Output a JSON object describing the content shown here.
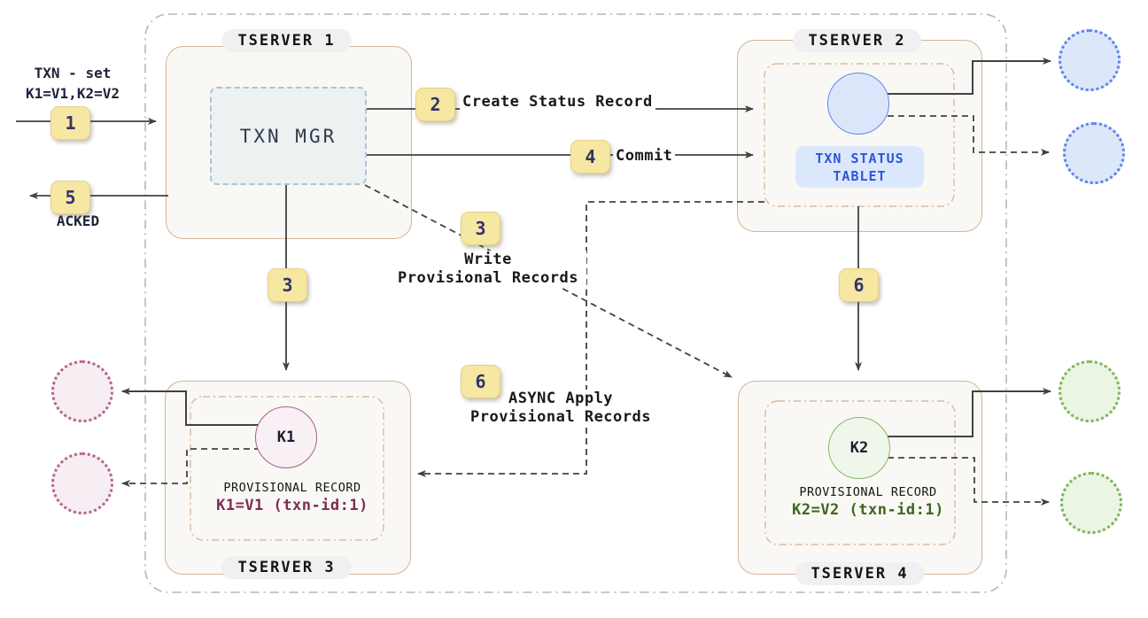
{
  "diagram": {
    "external": {
      "request_line1": "TXN - set",
      "request_line2": "K1=V1,K2=V2",
      "ack_label": "ACKED"
    },
    "badges": {
      "step1": "1",
      "step2": "2",
      "step3_down": "3",
      "step3_diag": "3",
      "step4": "4",
      "step5": "5",
      "step6_down": "6",
      "step6_async": "6"
    },
    "edges": {
      "create_status_record": "Create Status Record",
      "commit": "Commit",
      "write_provisional_line1": "Write",
      "write_provisional_line2": "Provisional Records",
      "async_apply_line1": "ASYNC Apply",
      "async_apply_line2": "Provisional Records"
    },
    "tserver1": {
      "title": "TSERVER 1",
      "txn_mgr_label": "TXN MGR"
    },
    "tserver2": {
      "title": "TSERVER 2",
      "tablet_line1": "TXN STATUS",
      "tablet_line2": "TABLET"
    },
    "tserver3": {
      "title": "TSERVER 3",
      "key_label": "K1",
      "record_title": "PROVISIONAL RECORD",
      "record_value": "K1=V1 (txn-id:1)"
    },
    "tserver4": {
      "title": "TSERVER 4",
      "key_label": "K2",
      "record_title": "PROVISIONAL RECORD",
      "record_value": "K2=V2 (txn-id:1)"
    },
    "colors": {
      "badge_fill": "#f6e7a2",
      "box_border": "#d4b49b",
      "box_fill": "#faf8f4",
      "txn_mgr_border": "#a9c3d9",
      "tablet_blue": "#2b57d8",
      "status_circle_stroke": "#6189e8",
      "k1_stroke": "#a75f86",
      "k1_value_color": "#7e2c55",
      "k2_stroke": "#82ba62",
      "k2_value_color": "#3c661f",
      "arrow_color": "#3f4246"
    }
  }
}
